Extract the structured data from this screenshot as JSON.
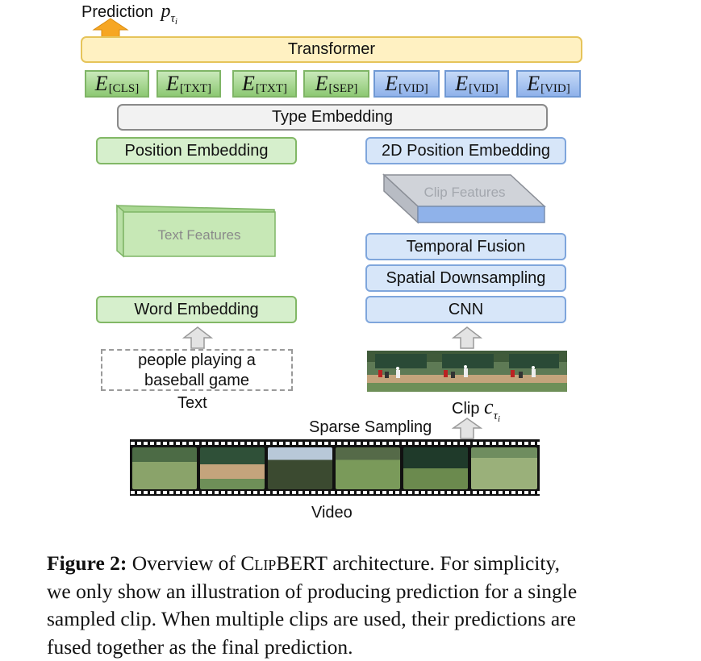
{
  "prediction": {
    "label": "Prediction",
    "symbol": "p",
    "sub": "τ",
    "subsub": "i"
  },
  "transformer": {
    "label": "Transformer"
  },
  "tokens": [
    {
      "symbol": "E",
      "sub": "[CLS]",
      "group": "text"
    },
    {
      "symbol": "E",
      "sub": "[TXT]",
      "group": "text"
    },
    {
      "symbol": "E",
      "sub": "[TXT]",
      "group": "text"
    },
    {
      "symbol": "E",
      "sub": "[SEP]",
      "group": "text"
    },
    {
      "symbol": "E",
      "sub": "[VID]",
      "group": "video"
    },
    {
      "symbol": "E",
      "sub": "[VID]",
      "group": "video"
    },
    {
      "symbol": "E",
      "sub": "[VID]",
      "group": "video"
    }
  ],
  "type_embedding": {
    "label": "Type Embedding"
  },
  "text_branch": {
    "position_embedding": "Position Embedding",
    "features": "Text Features",
    "word_embedding": "Word Embedding",
    "input_text": [
      "people playing a",
      "baseball game"
    ],
    "caption": "Text"
  },
  "video_branch": {
    "position_embedding": "2D Position Embedding",
    "features": "Clip Features",
    "temporal_fusion": "Temporal Fusion",
    "spatial_downsampling": "Spatial Downsampling",
    "cnn": "CNN",
    "clip_label": "Clip",
    "clip_symbol": "c",
    "clip_sub": "τ",
    "clip_subsub": "i",
    "sparse_sampling": "Sparse Sampling",
    "video_label": "Video"
  },
  "figure_caption": {
    "label": "Figure 2:",
    "lines": [
      {
        "pre": "Overview of ",
        "sc": "ClipBERT",
        "post": " architecture.  For simplicity,"
      },
      {
        "text": "we only show an illustration of producing prediction for a single"
      },
      {
        "text": "sampled clip.  When multiple clips are used, their predictions are"
      },
      {
        "text": "fused together as the final prediction."
      }
    ]
  },
  "colors": {
    "text_green": "#d6efcc",
    "video_blue": "#d7e6f9",
    "transformer_yellow": "#fff1c2",
    "arrow_orange": "#f6a623",
    "type_gray": "#f2f2f2"
  }
}
